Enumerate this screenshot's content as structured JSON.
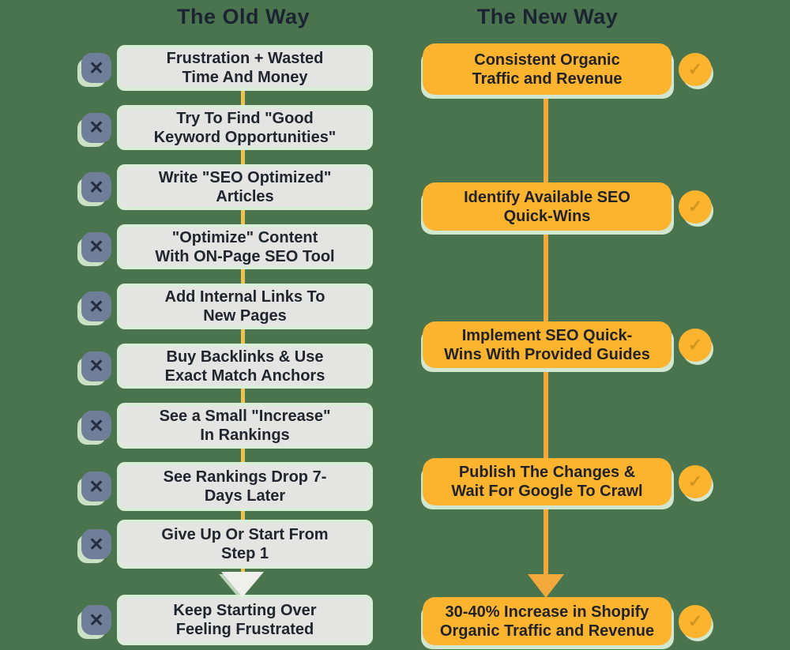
{
  "colors": {
    "background": "#4A744E",
    "old_box_fill": "#E4E4E2",
    "old_box_border": "#D9EED6",
    "new_box_fill": "#FCB32D",
    "old_flow_line": "#EFC14D",
    "new_flow_line": "#F2A93C",
    "x_icon_fill": "#6F7F99",
    "title_text": "#1C2433",
    "body_text": "#20252E"
  },
  "icons": {
    "reject": "✕",
    "check": "✓"
  },
  "old_way": {
    "title": "The Old Way",
    "items": [
      {
        "text": "Frustration + Wasted\nTime And Money"
      },
      {
        "text": "Try To Find \"Good\nKeyword Opportunities\""
      },
      {
        "text": "Write \"SEO Optimized\"\nArticles"
      },
      {
        "text": "\"Optimize\" Content\nWith ON-Page SEO Tool"
      },
      {
        "text": "Add Internal Links To\nNew Pages"
      },
      {
        "text": "Buy Backlinks & Use\nExact Match Anchors"
      },
      {
        "text": "See a Small \"Increase\"\nIn Rankings"
      },
      {
        "text": "See Rankings Drop 7-\nDays Later"
      },
      {
        "text": "Give Up Or Start From\nStep 1"
      },
      {
        "text": "Keep Starting Over\nFeeling Frustrated"
      }
    ]
  },
  "new_way": {
    "title": "The New Way",
    "items": [
      {
        "text": "Consistent Organic\nTraffic and Revenue"
      },
      {
        "text": "Identify Available SEO\nQuick-Wins"
      },
      {
        "text": "Implement SEO Quick-\nWins With Provided Guides"
      },
      {
        "text": "Publish The Changes &\nWait For Google To Crawl"
      },
      {
        "text": "30-40% Increase in Shopify\nOrganic Traffic and Revenue"
      }
    ]
  }
}
